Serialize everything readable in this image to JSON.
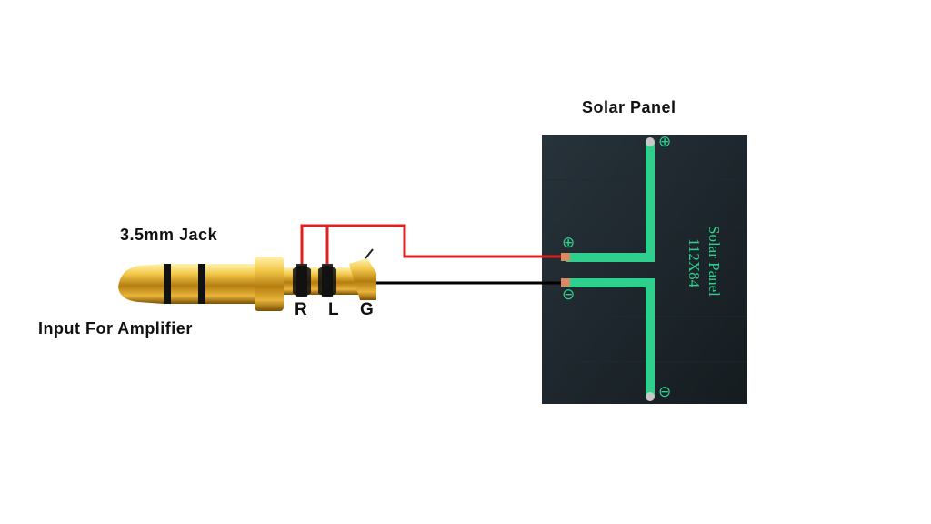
{
  "labels": {
    "solar_panel": "Solar Panel",
    "jack": "3.5mm Jack",
    "amplifier_input": "Input For Amplifier"
  },
  "jack_pins": {
    "right": "R",
    "left": "L",
    "ground": "G"
  },
  "panel_print": {
    "name": "Solar Panel",
    "size": "112X84",
    "plus_symbol": "⊕",
    "minus_symbol": "⊖"
  },
  "colors": {
    "positive_wire": "#e02020",
    "ground_wire": "#000000",
    "panel_body": "#1c2428",
    "panel_trace": "#2fcf8e",
    "jack_gold": "#d4a020"
  }
}
